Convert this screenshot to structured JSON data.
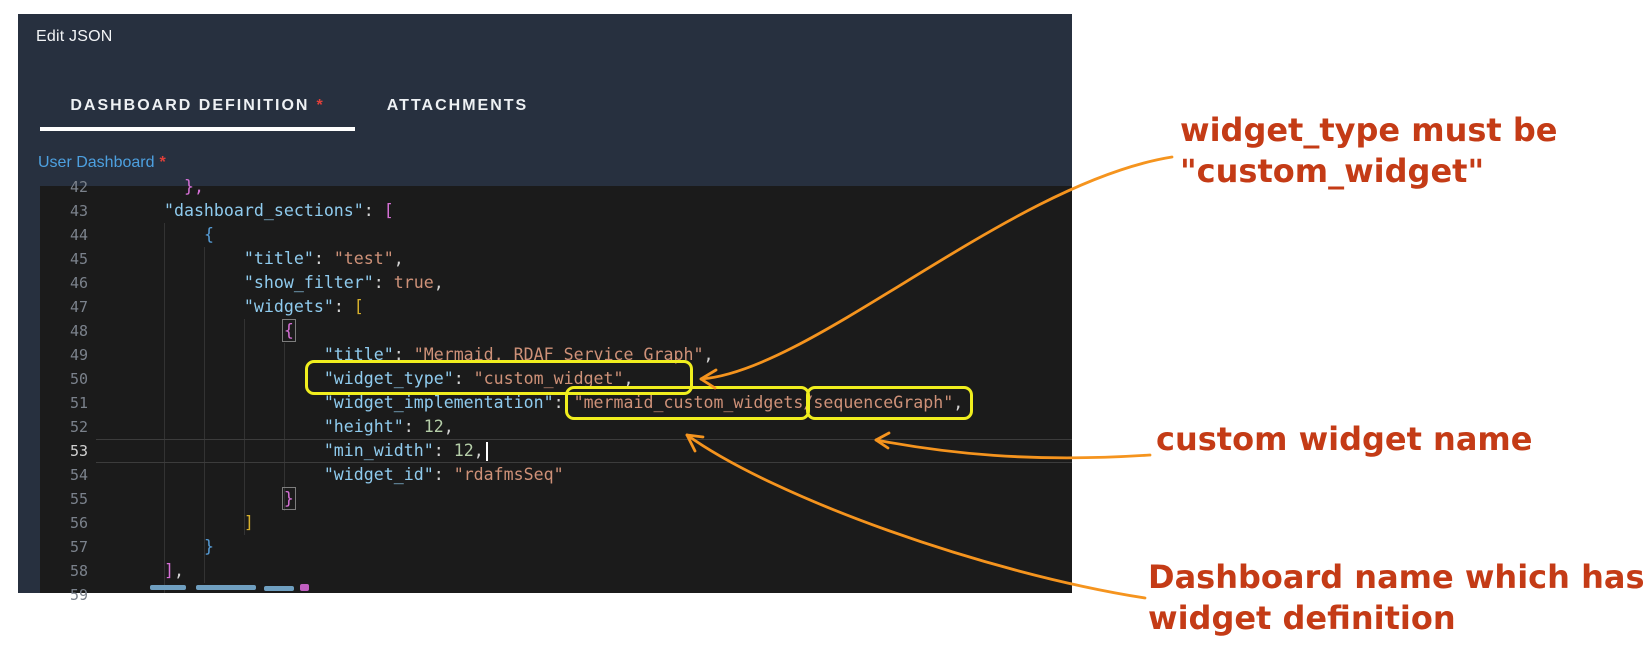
{
  "dialog": {
    "title": "Edit JSON",
    "tabs": [
      {
        "label": "DASHBOARD DEFINITION",
        "required": "*",
        "active": true
      },
      {
        "label": "ATTACHMENTS",
        "required": "",
        "active": false
      }
    ],
    "field_label": "User Dashboard",
    "field_required": "*"
  },
  "editor": {
    "lines": [
      {
        "n": 42,
        "indent": 6,
        "tokens": [
          {
            "t": "},",
            "c": "orchid"
          }
        ]
      },
      {
        "n": 43,
        "indent": 4,
        "tokens": [
          {
            "t": "\"dashboard_sections\"",
            "c": "key"
          },
          {
            "t": ": ",
            "c": "pun"
          },
          {
            "t": "[",
            "c": "orchid"
          }
        ]
      },
      {
        "n": 44,
        "indent": 8,
        "tokens": [
          {
            "t": "{",
            "c": "blue"
          }
        ]
      },
      {
        "n": 45,
        "indent": 12,
        "tokens": [
          {
            "t": "\"title\"",
            "c": "key"
          },
          {
            "t": ": ",
            "c": "pun"
          },
          {
            "t": "\"test\"",
            "c": "str"
          },
          {
            "t": ",",
            "c": "pun"
          }
        ]
      },
      {
        "n": 46,
        "indent": 12,
        "tokens": [
          {
            "t": "\"show_filter\"",
            "c": "key"
          },
          {
            "t": ": ",
            "c": "pun"
          },
          {
            "t": "true",
            "c": "str"
          },
          {
            "t": ",",
            "c": "pun"
          }
        ]
      },
      {
        "n": 47,
        "indent": 12,
        "tokens": [
          {
            "t": "\"widgets\"",
            "c": "key"
          },
          {
            "t": ": ",
            "c": "pun"
          },
          {
            "t": "[",
            "c": "gold"
          }
        ]
      },
      {
        "n": 48,
        "indent": 16,
        "tokens": [
          {
            "t": "{",
            "c": "orchid",
            "m": true
          }
        ]
      },
      {
        "n": 49,
        "indent": 20,
        "tokens": [
          {
            "t": "\"title\"",
            "c": "key"
          },
          {
            "t": ": ",
            "c": "pun"
          },
          {
            "t": "\"Mermaid, RDAF Service Graph\"",
            "c": "str"
          },
          {
            "t": ",",
            "c": "pun"
          }
        ]
      },
      {
        "n": 50,
        "indent": 20,
        "tokens": [
          {
            "t": "\"widget_type\"",
            "c": "key"
          },
          {
            "t": ": ",
            "c": "pun"
          },
          {
            "t": "\"custom_widget\"",
            "c": "str"
          },
          {
            "t": ",",
            "c": "pun"
          }
        ]
      },
      {
        "n": 51,
        "indent": 20,
        "tokens": [
          {
            "t": "\"widget_implementation\"",
            "c": "key"
          },
          {
            "t": ": ",
            "c": "pun"
          },
          {
            "t": "\"mermaid_custom_widgets/sequenceGraph\"",
            "c": "str"
          },
          {
            "t": ",",
            "c": "pun"
          }
        ]
      },
      {
        "n": 52,
        "indent": 20,
        "tokens": [
          {
            "t": "\"height\"",
            "c": "key"
          },
          {
            "t": ": ",
            "c": "pun"
          },
          {
            "t": "12",
            "c": "num"
          },
          {
            "t": ",",
            "c": "pun"
          }
        ]
      },
      {
        "n": 53,
        "indent": 20,
        "current": true,
        "tokens": [
          {
            "t": "\"min_width\"",
            "c": "key"
          },
          {
            "t": ": ",
            "c": "pun"
          },
          {
            "t": "12",
            "c": "num"
          },
          {
            "t": ",",
            "c": "pun"
          }
        ]
      },
      {
        "n": 54,
        "indent": 20,
        "tokens": [
          {
            "t": "\"widget_id\"",
            "c": "key"
          },
          {
            "t": ": ",
            "c": "pun"
          },
          {
            "t": "\"rdafmsSeq\"",
            "c": "str"
          }
        ]
      },
      {
        "n": 55,
        "indent": 16,
        "tokens": [
          {
            "t": "}",
            "c": "orchid",
            "m": true
          }
        ]
      },
      {
        "n": 56,
        "indent": 12,
        "tokens": [
          {
            "t": "]",
            "c": "gold"
          }
        ]
      },
      {
        "n": 57,
        "indent": 8,
        "tokens": [
          {
            "t": "}",
            "c": "blue"
          }
        ]
      },
      {
        "n": 58,
        "indent": 4,
        "tokens": [
          {
            "t": "]",
            "c": "orchid"
          },
          {
            "t": ",",
            "c": "pun"
          }
        ]
      },
      {
        "n": 59,
        "indent": 4,
        "tokens": []
      }
    ]
  },
  "annotations": [
    {
      "lines": [
        "widget_type must be",
        "\"custom_widget\""
      ]
    },
    {
      "lines": [
        "custom widget name"
      ]
    },
    {
      "lines": [
        "Dashboard name which has",
        "widget definition"
      ]
    }
  ],
  "colors": {
    "panel_bg": "#27303f",
    "editor_bg": "#1b1b1b",
    "highlight_yellow": "#f0ee1e",
    "arrow_orange": "#f5941e",
    "annotation_red": "#c43b16",
    "field_label_blue": "#4da0e0",
    "required_red": "#e0403a",
    "code_key": "#8fcbee",
    "code_str": "#ce9178",
    "code_num": "#b5cea8",
    "bracket_orchid": "#d670d6",
    "bracket_blue": "#569cd6",
    "bracket_gold": "#d6b02c"
  }
}
